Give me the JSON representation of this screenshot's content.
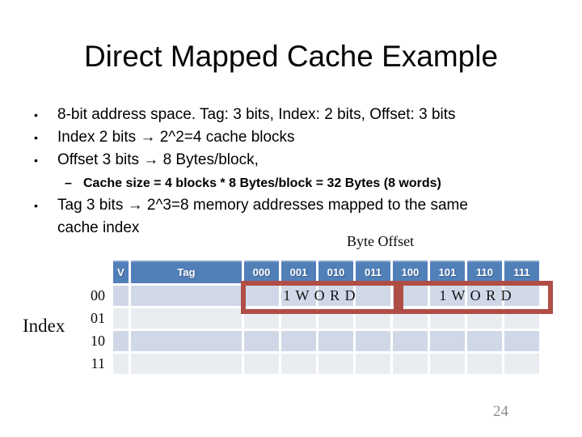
{
  "slide": {
    "title": "Direct Mapped Cache Example",
    "page_number": "24"
  },
  "bullets": {
    "marker": "•",
    "sub_marker": "–",
    "items": {
      "b1": "8-bit address space. Tag: 3 bits, Index: 2 bits, Offset: 3 bits",
      "b2": "Index 2 bits → 2^2=4 cache blocks",
      "b3": "Offset 3 bits → 8 Bytes/block,",
      "b4": "Tag 3 bits → 2^3=8 memory addresses mapped to the same cache index"
    },
    "sub1": "Cache size = 4 blocks * 8 Bytes/block = 32 Bytes (8 words)"
  },
  "diagram": {
    "byte_offset_label": "Byte Offset",
    "index_label": "Index",
    "row_labels": [
      "00",
      "01",
      "10",
      "11"
    ],
    "word_label": "1 W O R D"
  },
  "table": {
    "header": [
      "V",
      "Tag",
      "000",
      "001",
      "010",
      "011",
      "100",
      "101",
      "110",
      "111"
    ],
    "body_rows": 4,
    "body_cols": 10
  },
  "colors": {
    "header_blue": "#5180B9",
    "row_dark": "#D0D8E8",
    "row_light": "#E9EDF2",
    "red_box": "#B04E46",
    "page_number_gray": "#8A8A8A"
  }
}
